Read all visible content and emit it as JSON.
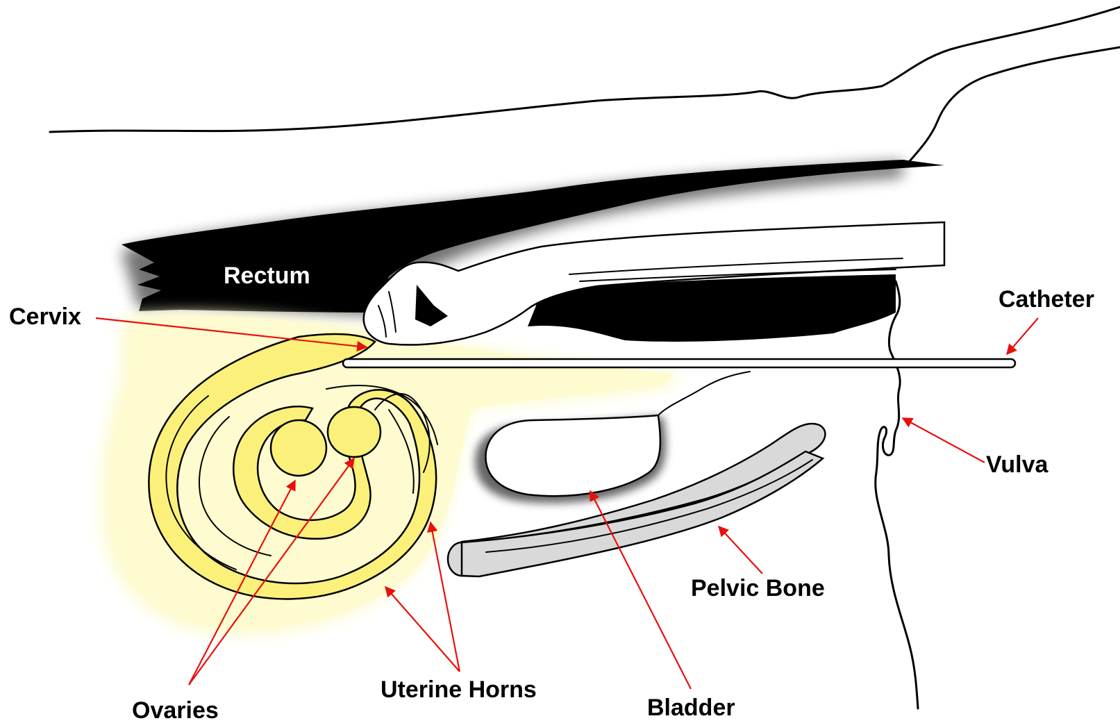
{
  "labels": {
    "rectum": "Rectum",
    "cervix": "Cervix",
    "catheter": "Catheter",
    "vulva": "Vulva",
    "pelvic_bone": "Pelvic Bone",
    "bladder": "Bladder",
    "uterine_horns": "Uterine Horns",
    "ovaries": "Ovaries"
  },
  "colors": {
    "uterus_glow": "#fdfbcf",
    "uterus_fill": "#fbf07a",
    "rectum_fill": "#000000",
    "pelvic_bone_fill": "#d9d9d9",
    "arrow": "#e8100c",
    "outline": "#000000"
  }
}
